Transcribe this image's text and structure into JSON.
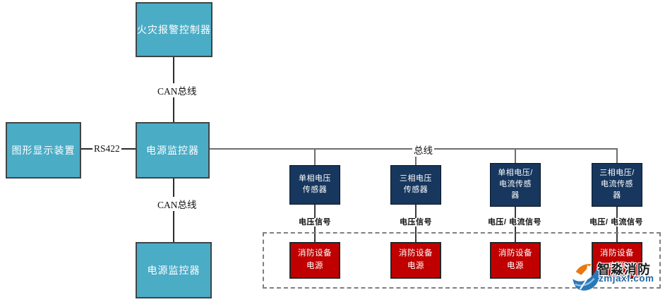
{
  "diagram": {
    "title_hint": "fire-equipment power monitoring system topology",
    "nodes": {
      "fire_alarm_controller": "火灾报警控制器",
      "graphic_display": "图形显示装置",
      "power_monitor_main": "电源监控器",
      "power_monitor_secondary": "电源监控器"
    },
    "links": {
      "can_bus_top": "CAN总线",
      "rs422": "RS422",
      "can_bus_bottom": "CAN总线",
      "bus": "总线"
    },
    "sensors": [
      {
        "label": "单相电压\n传感器",
        "signal": "电压信号"
      },
      {
        "label": "三相电压\n传感器",
        "signal": "电压信号"
      },
      {
        "label": "单相电压/\n电流传感\n器",
        "signal": "电压/ 电流信号"
      },
      {
        "label": "三相电压/\n电流传感\n器",
        "signal": "电压/ 电流信号"
      }
    ],
    "power_supply_label": "消防设备\n电源",
    "colors": {
      "controller_teal": "#4BACC6",
      "sensor_navy": "#17375E",
      "power_red": "#C00000",
      "connector_gray": "#6e6e6e",
      "dashed_border_gray": "#7f7f7f"
    }
  },
  "watermark": {
    "name": "智淼消防",
    "url": "zmjaxf.com",
    "logo_blue": "#2B78B8",
    "logo_orange": "#E8790F"
  }
}
